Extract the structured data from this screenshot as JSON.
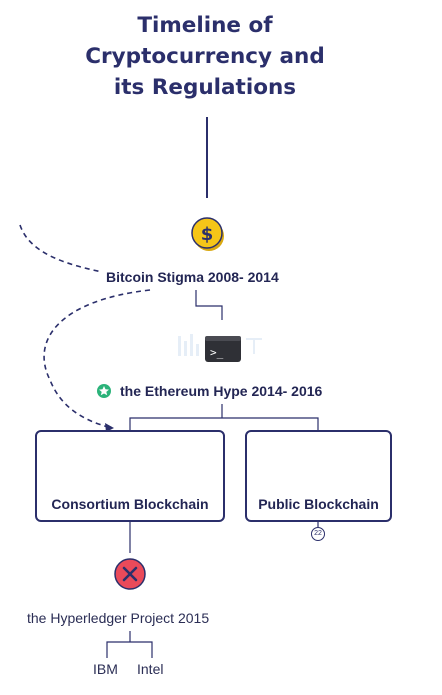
{
  "title": {
    "line1": "Timeline of",
    "line2": "Cryptocurrency and",
    "line3": "its Regulations"
  },
  "nodes": {
    "bitcoin": "Bitcoin Stigma 2008- 2014",
    "ethereum": "the Ethereum Hype 2014- 2016",
    "consortium": "Consortium Blockchain",
    "public": "Public Blockchain",
    "hyperledger": "the Hyperledger Project 2015",
    "ibm": "IBM",
    "intel": "Intel"
  },
  "badge_number": "22",
  "icons": [
    "dollar-coin-icon",
    "terminal-icon",
    "star-badge-icon",
    "people-group-icon",
    "lightbulb-icon",
    "x-circle-icon"
  ],
  "colors": {
    "title": "#2b2f6b",
    "lines": "#2b2f6b",
    "coin": "#f5c518",
    "star_badge": "#2bb37a",
    "x_circle": "#ea4a5a",
    "bulb": "#f7c948"
  }
}
